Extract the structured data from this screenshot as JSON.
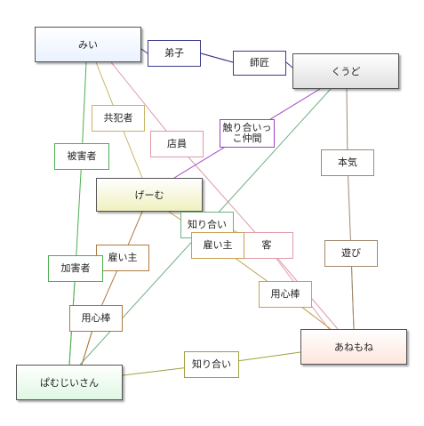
{
  "nodes": [
    {
      "id": "mii",
      "name": "node-mii",
      "text": "みい",
      "fill": "#eaf2ff",
      "grad": "#ffffff"
    },
    {
      "id": "kudo",
      "name": "node-kudo",
      "text": "くうど",
      "fill": "#e0e0e0",
      "grad": "#ffffff"
    },
    {
      "id": "gemu",
      "name": "node-gemu",
      "text": "げーむ",
      "fill": "#f0f0c0",
      "grad": "#ffffff"
    },
    {
      "id": "anemo",
      "name": "node-anemo",
      "text": "あねもね",
      "fill": "#fde6dc",
      "grad": "#ffffff"
    },
    {
      "id": "pamuji",
      "name": "node-pamuji",
      "text": "ぱむじいさん",
      "fill": "#dff7e4",
      "grad": "#ffffff"
    }
  ],
  "edges": [
    {
      "id": "deshi",
      "from": "mii",
      "to": "kudo",
      "label": "弟子",
      "color": "#3c3c8c"
    },
    {
      "id": "shisho",
      "from": "mii",
      "to": "kudo",
      "label": "師匠",
      "color": "#3c3c8c"
    },
    {
      "id": "kyohan",
      "from": "mii",
      "to": "gemu",
      "label": "共犯者",
      "color": "#c8b464"
    },
    {
      "id": "tenin",
      "from": "mii",
      "to": "anemo",
      "label": "店員",
      "color": "#e09aa8"
    },
    {
      "id": "higai",
      "from": "mii",
      "to": "pamuji",
      "label": "被害者",
      "color": "#4caf50"
    },
    {
      "id": "kyaku",
      "from": "gemu",
      "to": "anemo",
      "label": "客",
      "color": "#e09aa8"
    },
    {
      "id": "fureai",
      "from": "kudo",
      "to": "gemu",
      "label": "触り合いっ\nこ仲間",
      "color": "#a040c0"
    },
    {
      "id": "honki",
      "from": "kudo",
      "to": "anemo",
      "label": "本気",
      "color": "#a08870"
    },
    {
      "id": "asobi",
      "from": "kudo",
      "to": "anemo",
      "label": "遊び",
      "color": "#a08870"
    },
    {
      "id": "shiri1",
      "from": "kudo",
      "to": "pamuji",
      "label": "知り合い",
      "color": "#70b080"
    },
    {
      "id": "yatoi1",
      "from": "gemu",
      "to": "pamuji",
      "label": "雇い主",
      "color": "#b07840"
    },
    {
      "id": "yojin1",
      "from": "gemu",
      "to": "pamuji",
      "label": "用心棒",
      "color": "#b07840"
    },
    {
      "id": "kagai",
      "from": "pamuji",
      "to": "mii",
      "label": "加害者",
      "color": "#4caf50"
    },
    {
      "id": "yatoi2",
      "from": "gemu",
      "to": "anemo",
      "label": "雇い主",
      "color": "#c8a050"
    },
    {
      "id": "yojin2",
      "from": "gemu",
      "to": "anemo",
      "label": "用心棒",
      "color": "#c8a050"
    },
    {
      "id": "shiri2",
      "from": "anemo",
      "to": "pamuji",
      "label": "知り合い",
      "color": "#a0a040"
    }
  ]
}
